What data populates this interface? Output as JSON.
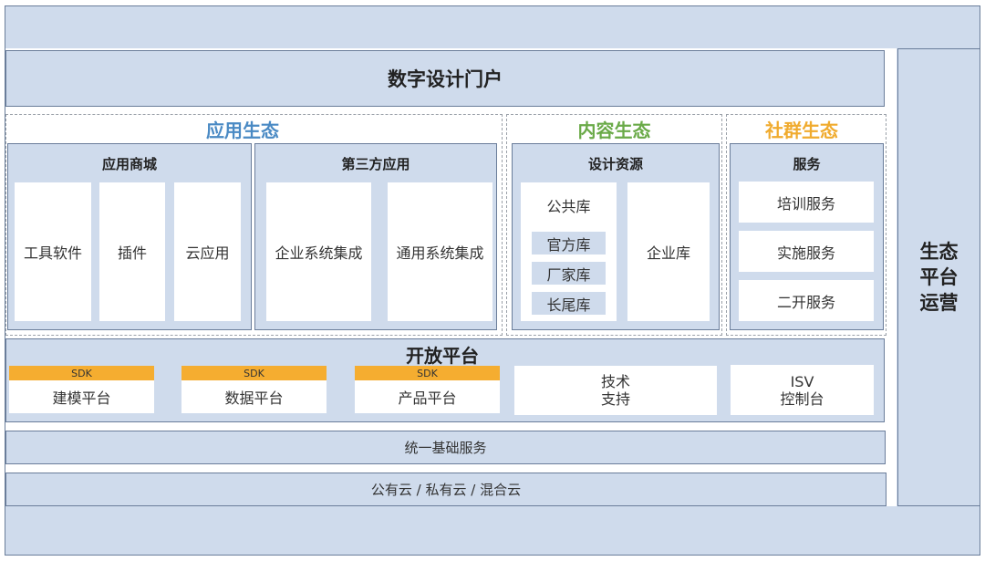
{
  "portal": {
    "title": "数字设计门户"
  },
  "ecosystems": {
    "app": {
      "title": "应用生态",
      "color": "#4a8ac4",
      "groups": [
        {
          "title": "应用商城",
          "items": [
            "工具软件",
            "插件",
            "云应用"
          ]
        },
        {
          "title": "第三方应用",
          "items": [
            "企业系统集成",
            "通用系统集成"
          ]
        }
      ]
    },
    "content": {
      "title": "内容生态",
      "color": "#6aaa48",
      "group": {
        "title": "设计资源",
        "public_lib": {
          "title": "公共库",
          "items": [
            "官方库",
            "厂家库",
            "长尾库"
          ]
        },
        "enterprise_lib": "企业库"
      }
    },
    "community": {
      "title": "社群生态",
      "color": "#f0ab2e",
      "group": {
        "title": "服务",
        "items": [
          "培训服务",
          "实施服务",
          "二开服务"
        ]
      }
    }
  },
  "open_platform": {
    "title": "开放平台",
    "sdk_label": "SDK",
    "sdk_items": [
      "建模平台",
      "数据平台",
      "产品平台"
    ],
    "tech_support": [
      "技术",
      "支持"
    ],
    "isv_console": [
      "ISV",
      "控制台"
    ]
  },
  "base_services": "统一基础服务",
  "cloud": "公有云 / 私有云 / 混合云",
  "operations": [
    "生态",
    "平台",
    "运营"
  ]
}
